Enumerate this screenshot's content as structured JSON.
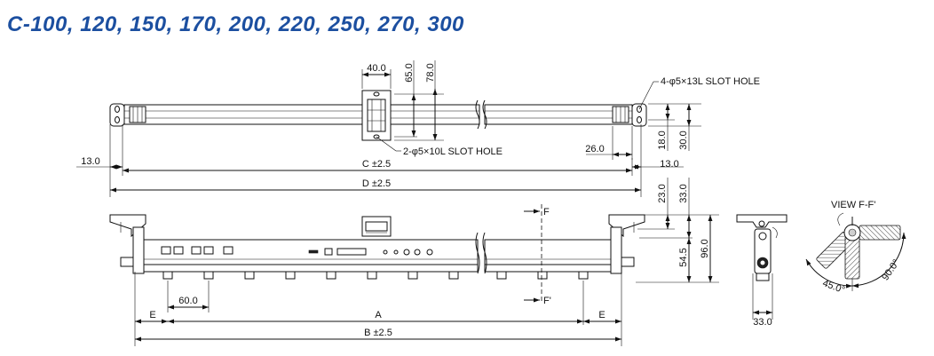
{
  "title": "C-100, 120, 150, 170, 200, 220, 250, 270, 300",
  "top_view": {
    "dim_40": "40.0",
    "dim_65": "65.0",
    "dim_78": "78.0",
    "slot_hole_4": "4-φ5×13L SLOT HOLE",
    "slot_hole_2": "2-φ5×10L SLOT HOLE",
    "dim_26": "26.0",
    "dim_18": "18.0",
    "dim_30": "30.0",
    "dim_13_left": "13.0",
    "dim_13_right": "13.0",
    "dim_c": "C ±2.5",
    "dim_d": "D ±2.5"
  },
  "front_view": {
    "dim_23": "23.0",
    "dim_33_v": "33.0",
    "dim_96": "96.0",
    "dim_54_5": "54.5",
    "dim_60": "60.0",
    "label_f": "F",
    "label_f_prime": "F'",
    "label_e_left": "E",
    "label_e_right": "E",
    "label_a": "A",
    "dim_b": "B ±2.5"
  },
  "side_view": {
    "dim_33": "33.0"
  },
  "view_f": {
    "label": "VIEW F-F'",
    "angle_45": "45.0°",
    "angle_90": "90.0°"
  }
}
